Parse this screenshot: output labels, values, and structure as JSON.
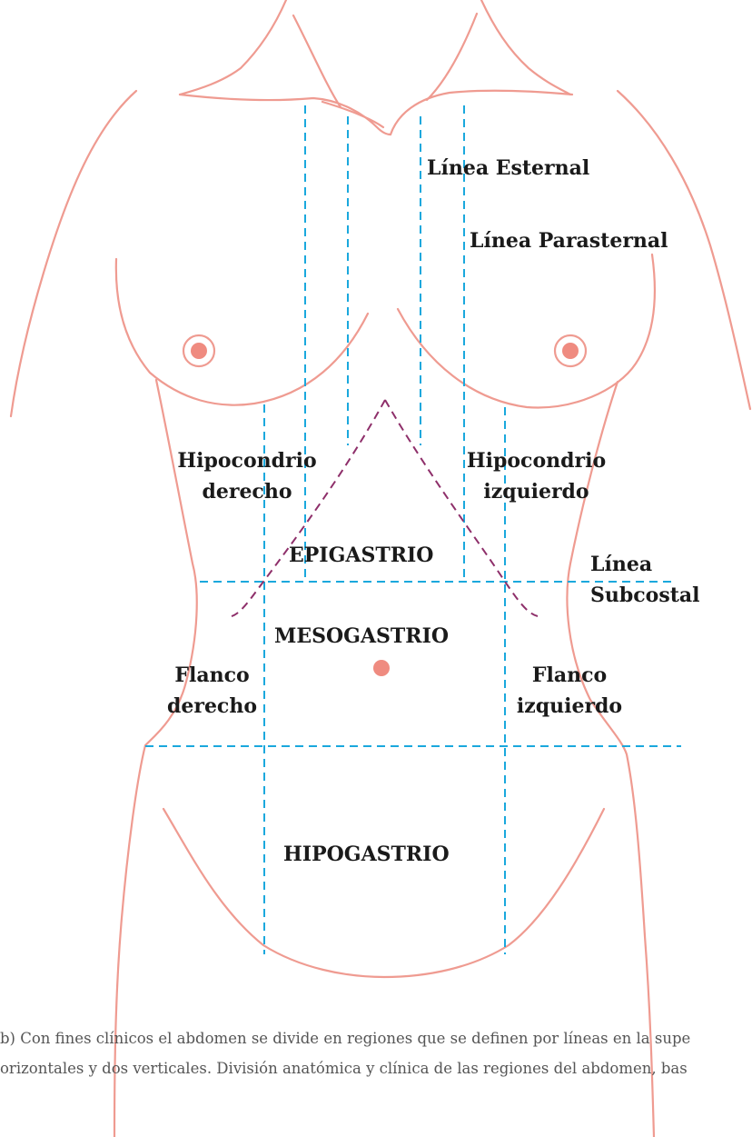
{
  "colors": {
    "body_outline": "#ef9b91",
    "nipple_navel": "#ef8b80",
    "region_lines": "#1aa8dd",
    "costal_margin": "#8e2f6a",
    "label_text": "#1a1a1a",
    "caption_text": "#555555"
  },
  "labels": {
    "sternal_line": "Línea Esternal",
    "parasternal_line": "Línea Parasternal",
    "right_hypochondrium": [
      "Hipocondrio",
      "derecho"
    ],
    "left_hypochondrium": [
      "Hipocondrio",
      "izquierdo"
    ],
    "epigastrium": "EPIGASTRIO",
    "subcostal_line": [
      "Línea",
      "Subcostal"
    ],
    "mesogastrium": "MESOGASTRIO",
    "right_flank": [
      "Flanco",
      "derecho"
    ],
    "left_flank": [
      "Flanco",
      "izquierdo"
    ],
    "hypogastrium": "HIPOGASTRIO"
  },
  "caption": {
    "line1": "b) Con fines clínicos el abdomen se divide en regiones que se definen por líneas en la supe",
    "line2": "orizontales y dos verticales. División anatómica y clínica de las regiones del abdomen, bas"
  }
}
